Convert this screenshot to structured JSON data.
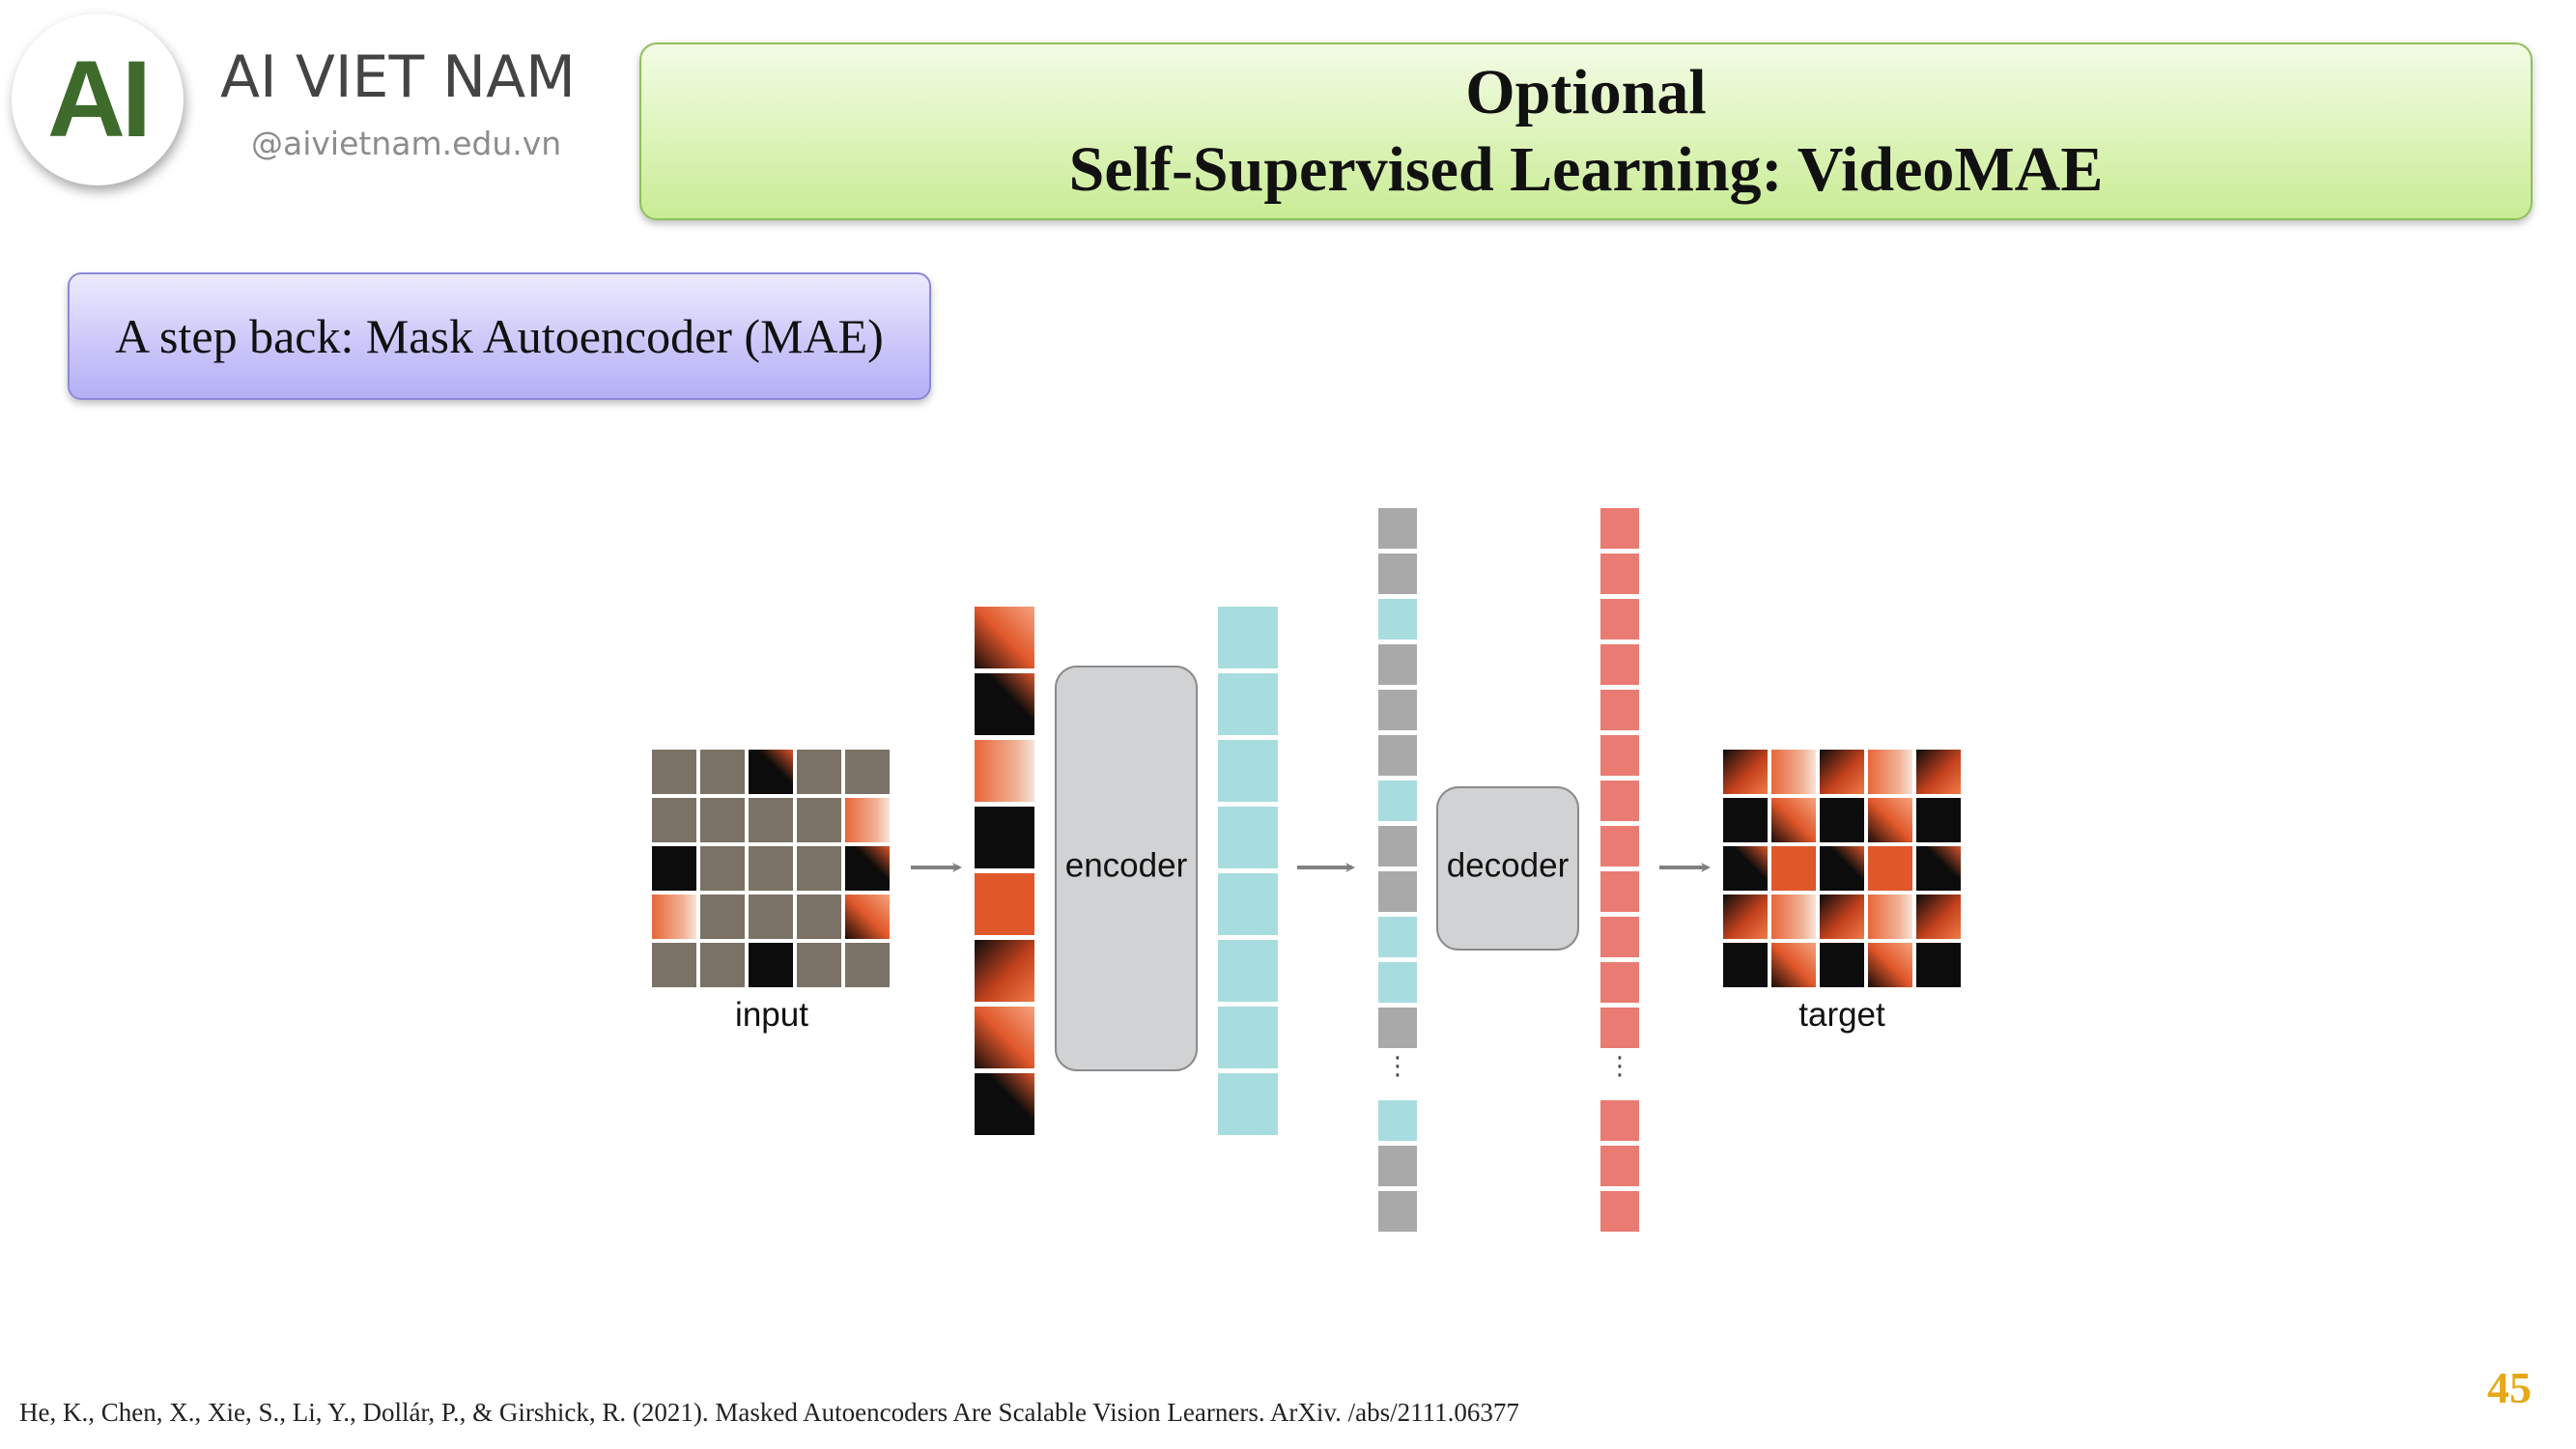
{
  "brand": {
    "logo_text": "AI",
    "name": "AI VIET NAM",
    "url": "@aivietnam.edu.vn"
  },
  "title": {
    "line1": "Optional",
    "line2": "Self-Supervised Learning: VideoMAE"
  },
  "subtitle": "A step back: Mask Autoencoder (MAE)",
  "diagram": {
    "input_label": "input",
    "encoder_label": "encoder",
    "decoder_label": "decoder",
    "target_label": "target",
    "ellipsis": "⋮",
    "colors": {
      "mask": "#7a7266",
      "patch_dark": "#0c0c0c",
      "patch_orange": "#e0572a",
      "patch_light": "#f1c3ad",
      "encoded_token": "#a8dde0",
      "mask_token": "#a9a9a9",
      "decoded_token": "#e97b72",
      "block": "#d0d2d4",
      "arrow": "#808080"
    }
  },
  "page_number": "45",
  "citation": "He, K., Chen, X., Xie, S., Li, Y., Dollár, P., & Girshick, R. (2021). Masked Autoencoders Are Scalable Vision Learners. ArXiv. /abs/2111.06377"
}
